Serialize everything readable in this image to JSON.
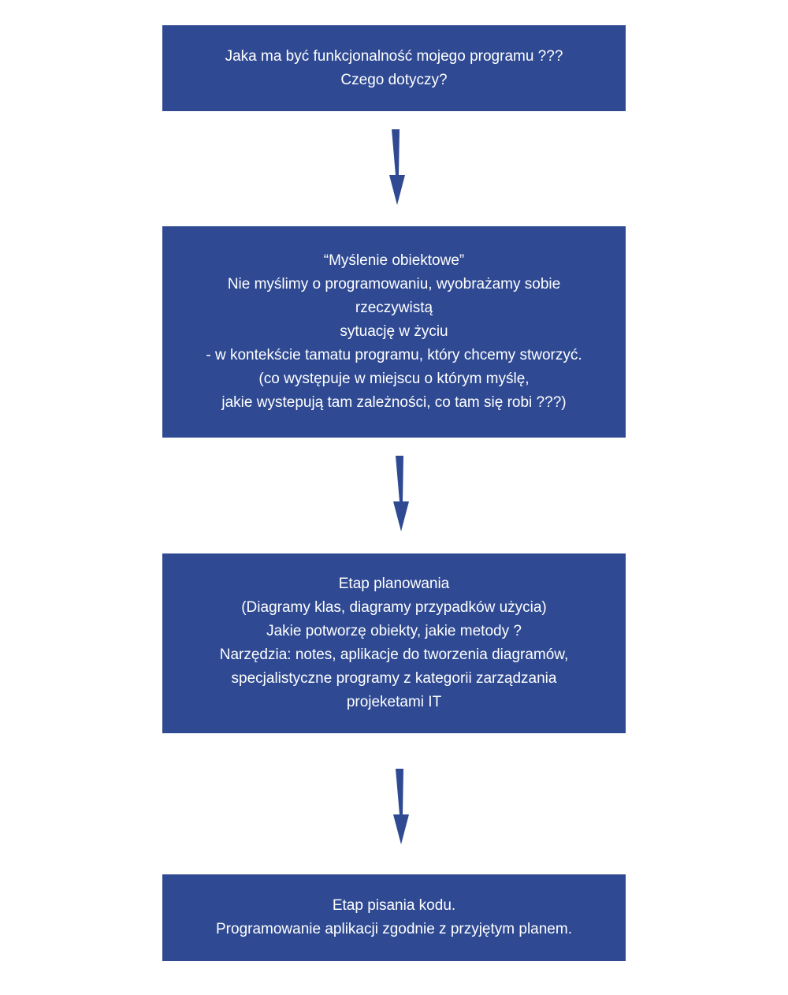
{
  "colors": {
    "box_fill": "#2f4a93",
    "arrow_fill": "#2f4a93",
    "text": "#ffffff",
    "background": "#ffffff"
  },
  "steps": [
    {
      "lines": [
        "Jaka ma być funkcjonalność mojego programu ???",
        "Czego dotyczy?"
      ]
    },
    {
      "lines": [
        "“Myślenie obiektowe”",
        "Nie myślimy o programowaniu, wyobrażamy sobie",
        "rzeczywistą",
        "sytuację w życiu",
        "- w kontekście tamatu programu, który chcemy stworzyć.",
        "(co występuje w miejscu o którym myślę,",
        "jakie wystepują tam zależności, co tam się robi ???)"
      ]
    },
    {
      "lines": [
        "Etap planowania",
        "(Diagramy klas, diagramy przypadków użycia)",
        "Jakie potworzę obiekty, jakie metody ?",
        "Narzędzia: notes, aplikacje do tworzenia diagramów,",
        "specjalistyczne programy z kategorii zarządzania",
        "projeketami IT"
      ]
    },
    {
      "lines": [
        "Etap pisania kodu.",
        "Programowanie aplikacji zgodnie z przyjętym planem."
      ]
    }
  ],
  "arrows": [
    {
      "from": 1,
      "to": 2,
      "icon": "arrow-down-icon"
    },
    {
      "from": 2,
      "to": 3,
      "icon": "arrow-down-icon"
    },
    {
      "from": 3,
      "to": 4,
      "icon": "arrow-down-icon"
    }
  ]
}
